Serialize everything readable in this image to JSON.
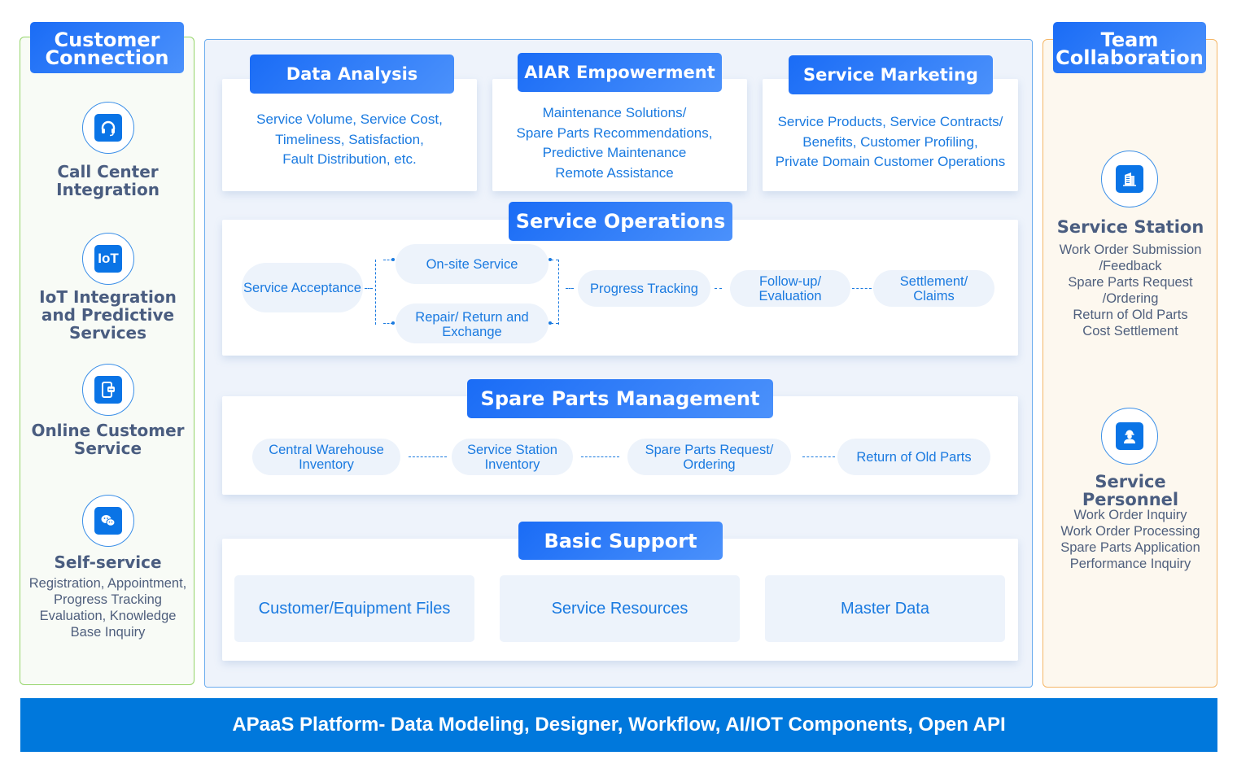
{
  "left_panel": {
    "title": "Customer Connection",
    "items": [
      {
        "icon": "headset-icon",
        "title": "Call Center Integration",
        "desc": ""
      },
      {
        "icon": "iot-icon",
        "icon_text": "IoT",
        "title": "IoT Integration and Predictive Services",
        "desc": ""
      },
      {
        "icon": "mobile-chat-icon",
        "title": "Online Customer Service",
        "desc": ""
      },
      {
        "icon": "wechat-icon",
        "title": "Self-service",
        "desc": "Registration, Appointment, Progress Tracking Evaluation, Knowledge Base Inquiry"
      }
    ]
  },
  "right_panel": {
    "title": "Team Collaboration",
    "items": [
      {
        "icon": "building-icon",
        "title": "Service Station",
        "desc_lines": [
          "Work Order Submission",
          "/Feedback",
          "Spare Parts Request",
          "/Ordering",
          "Return of Old Parts",
          "Cost Settlement"
        ]
      },
      {
        "icon": "worker-icon",
        "title": "Service Personnel",
        "desc_lines": [
          "Work Order Inquiry",
          "Work Order Processing",
          "Spare Parts Application",
          "Performance Inquiry"
        ]
      }
    ]
  },
  "top_cards": [
    {
      "title": "Data Analysis",
      "lines": [
        "Service Volume, Service Cost,",
        "Timeliness, Satisfaction,",
        "Fault Distribution, etc."
      ]
    },
    {
      "title": "AIAR Empowerment",
      "lines": [
        "Maintenance Solutions/",
        "Spare Parts Recommendations,",
        "Predictive Maintenance",
        "Remote Assistance"
      ]
    },
    {
      "title": "Service Marketing",
      "lines": [
        "Service Products, Service Contracts/",
        "Benefits, Customer Profiling,",
        "Private Domain Customer Operations"
      ]
    }
  ],
  "service_operations": {
    "title": "Service Operations",
    "steps": {
      "acceptance": "Service Acceptance",
      "onsite": "On-site Service",
      "repair": "Repair/ Return and Exchange",
      "tracking": "Progress Tracking",
      "followup": "Follow-up/ Evaluation",
      "settlement": "Settlement/ Claims"
    }
  },
  "spare_parts": {
    "title": "Spare Parts Management",
    "steps": [
      "Central Warehouse Inventory",
      "Service Station Inventory",
      "Spare Parts Request/ Ordering",
      "Return of Old Parts"
    ]
  },
  "basic_support": {
    "title": "Basic Support",
    "items": [
      "Customer/Equipment Files",
      "Service Resources",
      "Master Data"
    ]
  },
  "platform": {
    "label": "APaaS Platform- Data Modeling, Designer, Workflow, AI/IOT Components, Open API"
  },
  "colors": {
    "accent": "#1a6cf6",
    "text_blue": "#1a7ae0",
    "platform_bar": "#0078dc",
    "left_border": "#95d56a",
    "right_border": "#f5b768"
  }
}
